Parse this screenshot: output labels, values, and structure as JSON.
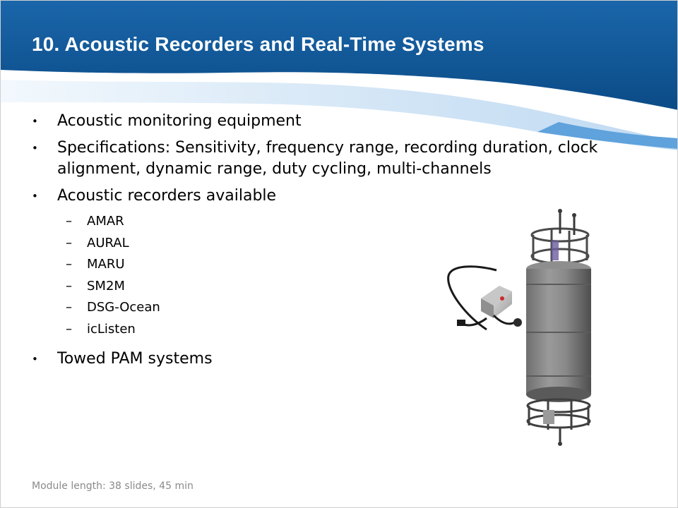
{
  "slide": {
    "title": "10. Acoustic Recorders and Real-Time Systems",
    "footer": "Module length: 38 slides, 45 min"
  },
  "bullets": [
    {
      "text": "Acoustic monitoring equipment",
      "sub": []
    },
    {
      "text": "Specifications: Sensitivity, frequency range, recording duration, clock alignment, dynamic range, duty cycling, multi-channels",
      "sub": []
    },
    {
      "text": "Acoustic recorders available",
      "sub": [
        "AMAR",
        "AURAL",
        "MARU",
        "SM2M",
        "DSG-Ocean",
        "icListen"
      ]
    },
    {
      "text": "Towed PAM systems",
      "sub": []
    }
  ],
  "colors": {
    "header_dark": "#0a4a84",
    "header_mid": "#1a66aa",
    "wave_light": "#cfe3f5",
    "wave_accent": "#5fa2dc"
  },
  "image": {
    "icon": "acoustic-recorder-illustration"
  }
}
